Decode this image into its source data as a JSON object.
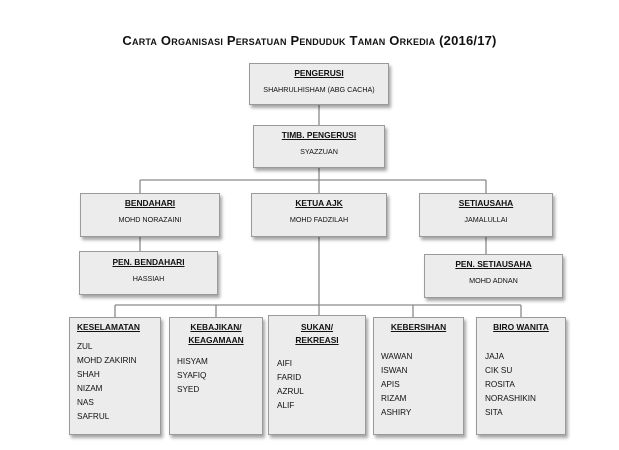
{
  "title": "Carta Organisasi Persatuan Penduduk Taman Orkedia (2016/17)",
  "pengerusi": {
    "role": "PENGERUSI",
    "name": "SHAHRULHISHAM (ABG CACHA)"
  },
  "timb_pengerusi": {
    "role": "TIMB. PENGERUSI",
    "name": "SYAZZUAN"
  },
  "bendahari": {
    "role": "BENDAHARI",
    "name": "MOHD NORAZAINI"
  },
  "ketua_ajk": {
    "role": "KETUA AJK",
    "name": "MOHD FADZILAH"
  },
  "setiausaha": {
    "role": "SETIAUSAHA",
    "name": "JAMALULLAI"
  },
  "pen_bendahari": {
    "role": "PEN. BENDAHARI",
    "name": "HASSIAH"
  },
  "pen_setiausaha": {
    "role": "PEN. SETIAUSAHA",
    "name": "MOHD ADNAN"
  },
  "teams": [
    {
      "head_1": "KESELAMATAN",
      "head_2": "",
      "members": [
        "ZUL",
        "MOHD ZAKIRIN",
        "SHAH",
        "NIZAM",
        "NAS",
        "SAFRUL"
      ]
    },
    {
      "head_1": "KEBAJIKAN/",
      "head_2": "KEAGAMAAN",
      "members": [
        "HISYAM",
        "SYAFIQ",
        "SYED"
      ]
    },
    {
      "head_1": "SUKAN/",
      "head_2": "REKREASI",
      "members": [
        "AIFI",
        "FARID",
        "AZRUL",
        "ALIF"
      ]
    },
    {
      "head_1": "KEBERSIHAN",
      "head_2": "",
      "members": [
        "WAWAN",
        "ISWAN",
        "APIS",
        "RIZAM",
        "ASHIRY"
      ]
    },
    {
      "head_1": "BIRO WANITA",
      "head_2": "",
      "members": [
        "JAJA",
        "CIK SU",
        "ROSITA",
        "NORASHIKIN",
        "SITA"
      ]
    }
  ]
}
